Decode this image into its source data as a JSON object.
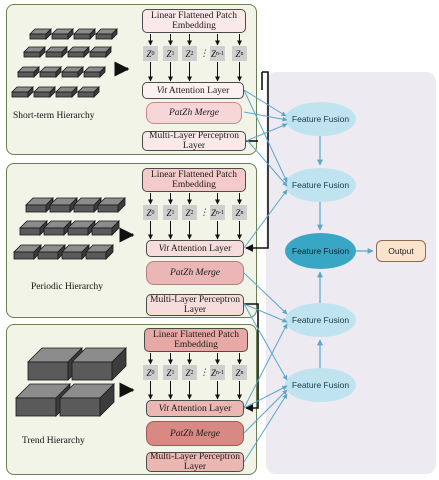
{
  "hierarchies": [
    {
      "label": "Short-term Hierarchy",
      "embedding": "Linear Flattened Patch Embedding",
      "attention": "Vit Attention Layer",
      "merge": "PatZh Merge",
      "mlp": "Multi-Layer Perceptron Layer"
    },
    {
      "label": "Periodic Hierarchy",
      "embedding": "Linear Flattened Patch Embedding",
      "attention": "Vit Attention Layer",
      "merge": "PatZh Merge",
      "mlp": "Multi-Layer Perceptron Layer"
    },
    {
      "label": "Trend Hierarchy",
      "embedding": "Linear Flattened Patch Embedding",
      "attention": "Vit Attention Layer",
      "merge": "PatZh Merge",
      "mlp": "Multi-Layer Perceptron Layer"
    }
  ],
  "attention_suffix": "Attention Layer",
  "attention_prefix": "Vit",
  "tokens": [
    "Z0",
    "Z1",
    "Z2",
    "Zn-1",
    "Zn"
  ],
  "token_ellipsis": "⋮",
  "fusion": {
    "node_label": "Feature Fusion",
    "output_label": "Output"
  },
  "colors": {
    "panel_border": "#6b7f54",
    "panel_fill": "#f1f4e6",
    "fusion_panel": "#edeaf2",
    "feature_light": "#bfe3ef",
    "feature_dark": "#3aa6c5",
    "arrow": "#5aa6cc",
    "output_fill": "#fbe3cd"
  }
}
